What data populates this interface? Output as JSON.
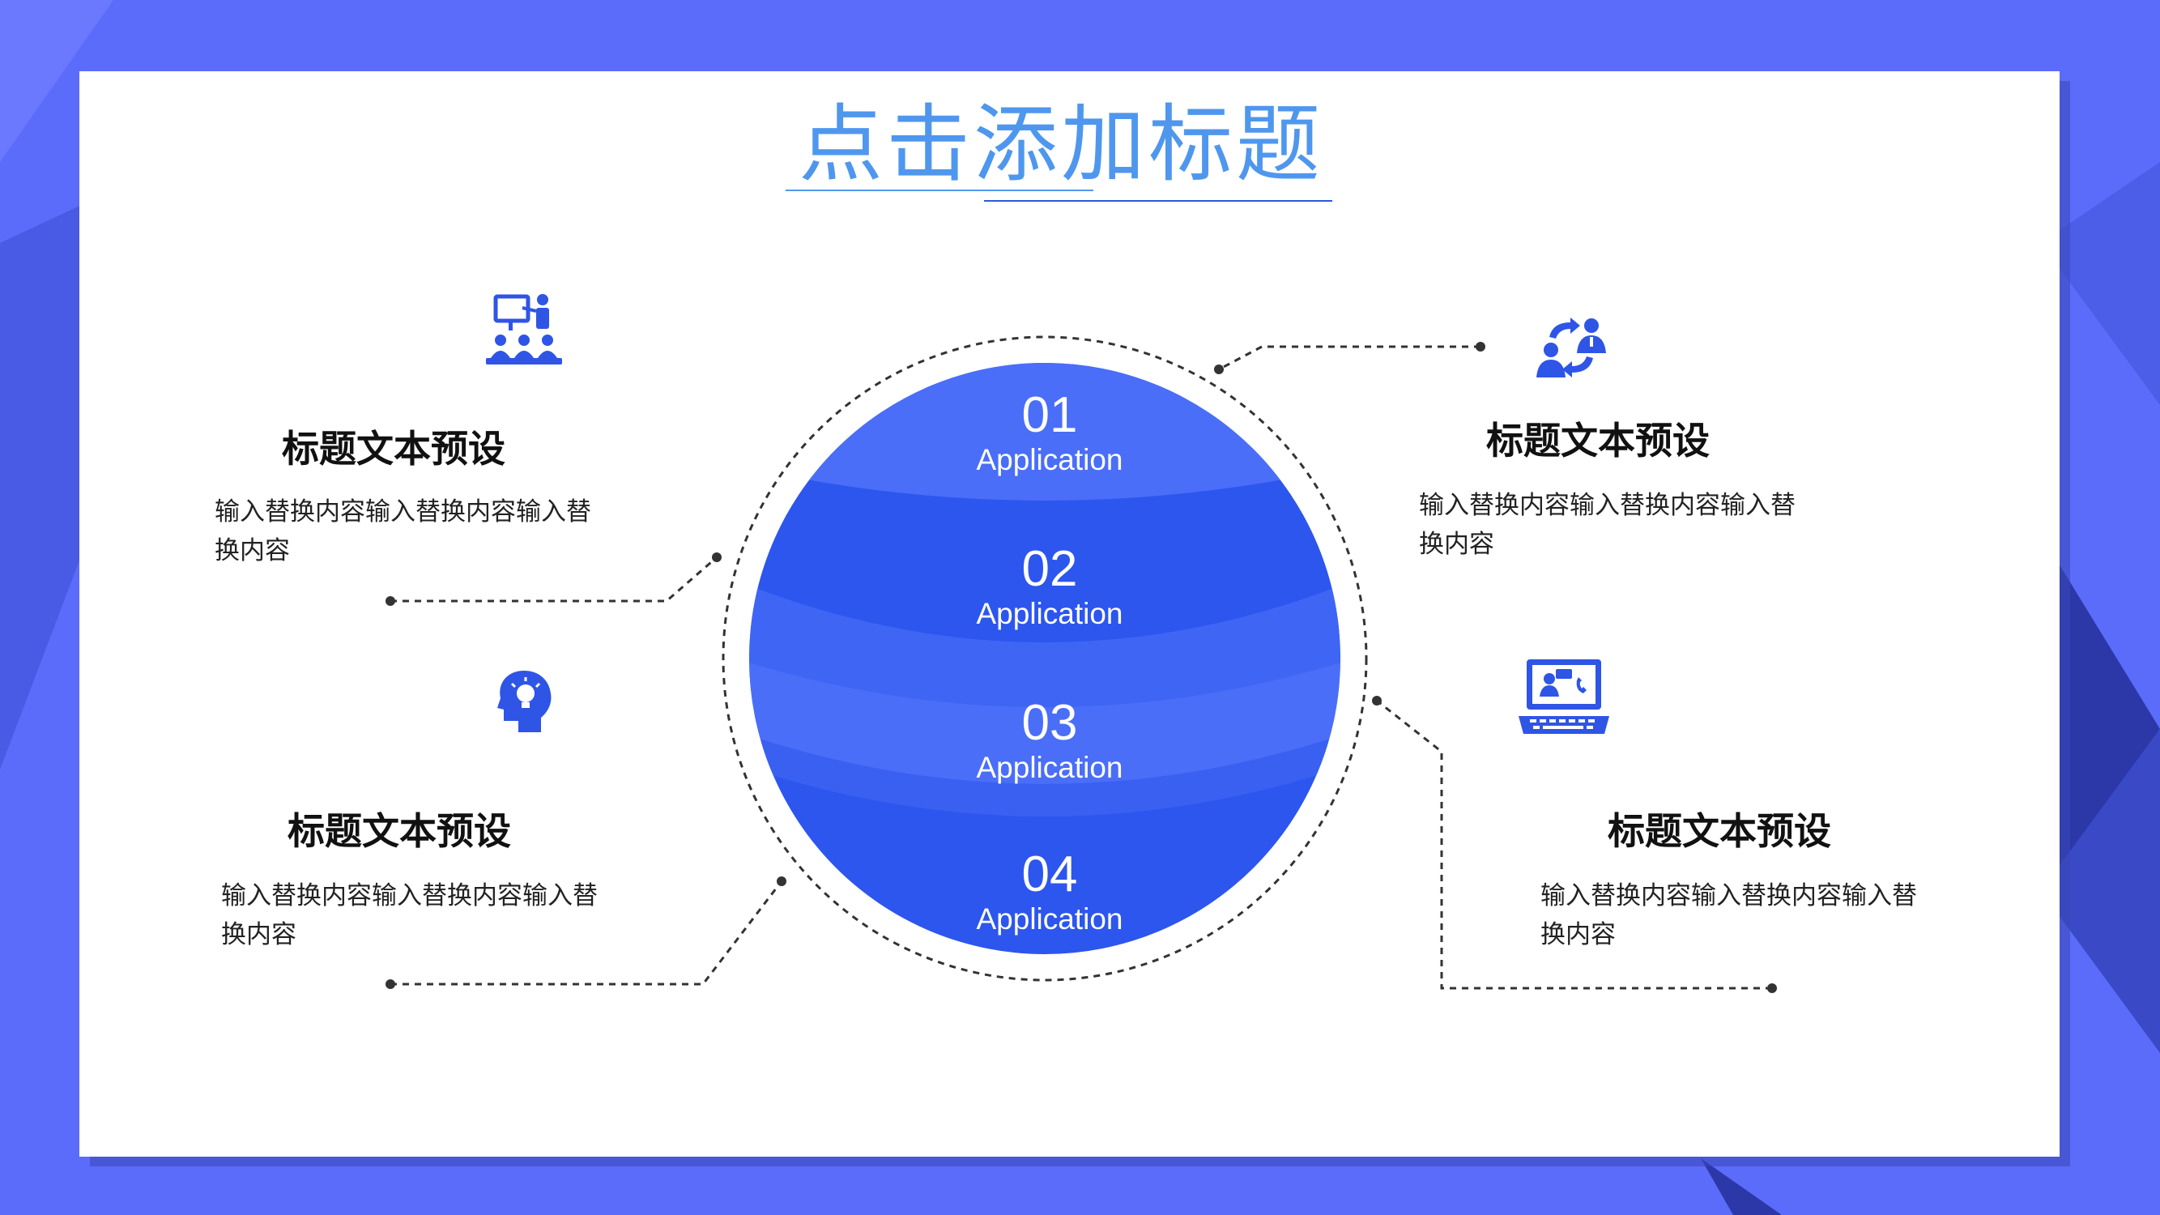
{
  "title": "点击添加标题",
  "colors": {
    "background": "#5b6cfb",
    "accent": "#2f55e6",
    "title": "#4f97ee"
  },
  "center_items": [
    {
      "number": "01",
      "label": "Application"
    },
    {
      "number": "02",
      "label": "Application"
    },
    {
      "number": "03",
      "label": "Application"
    },
    {
      "number": "04",
      "label": "Application"
    }
  ],
  "blocks": [
    {
      "id": "top-left",
      "icon": "presentation-audience-icon",
      "heading": "标题文本预设",
      "text": [
        "输入替换内容输入替换内容输入替",
        "换内容"
      ]
    },
    {
      "id": "bottom-left",
      "icon": "idea-head-icon",
      "heading": "标题文本预设",
      "text": [
        "输入替换内容输入替换内容输入替",
        "换内容"
      ]
    },
    {
      "id": "top-right",
      "icon": "user-exchange-icon",
      "heading": "标题文本预设",
      "text": [
        "输入替换内容输入替换内容输入替",
        "换内容"
      ]
    },
    {
      "id": "bottom-right",
      "icon": "laptop-chat-icon",
      "heading": "标题文本预设",
      "text": [
        "输入替换内容输入替换内容输入替",
        "换内容"
      ]
    }
  ]
}
